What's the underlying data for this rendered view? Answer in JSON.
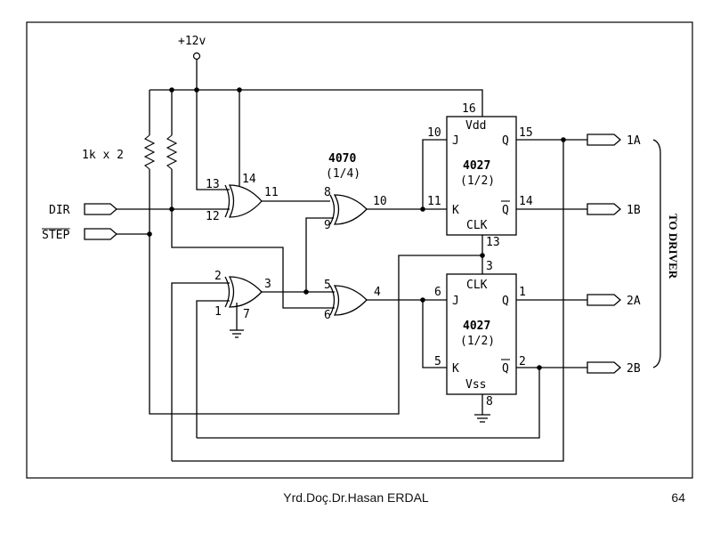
{
  "supply": {
    "label": "+12v"
  },
  "resistors": {
    "label": "1k x 2"
  },
  "inputs": {
    "dir": "DIR",
    "step": "STEP"
  },
  "gate_chip": {
    "name": "4070",
    "fraction": "(1/4)"
  },
  "flipflop_top": {
    "name": "4027",
    "fraction": "(1/2)",
    "labels": {
      "vdd": "Vdd",
      "j": "J",
      "k": "K",
      "q": "Q",
      "qbar": "Q",
      "clk": "CLK"
    }
  },
  "flipflop_bottom": {
    "name": "4027",
    "fraction": "(1/2)",
    "labels": {
      "clk": "CLK",
      "j": "J",
      "k": "K",
      "q": "Q",
      "qbar": "Q",
      "vss": "Vss"
    }
  },
  "pins": {
    "g1_13": "13",
    "g1_12": "12",
    "g1_14": "14",
    "g1_11": "11",
    "g2_8": "8",
    "g2_9": "9",
    "g2_10": "10",
    "g3_2": "2",
    "g3_1": "1",
    "g3_3": "3",
    "g3_7": "7",
    "g4_5": "5",
    "g4_6": "6",
    "g4_4": "4",
    "ff1_16": "16",
    "ff1_10": "10",
    "ff1_11": "11",
    "ff1_15": "15",
    "ff1_14": "14",
    "ff1_13": "13",
    "ff2_3": "3",
    "ff2_6": "6",
    "ff2_5": "5",
    "ff2_1": "1",
    "ff2_2": "2",
    "ff2_8": "8"
  },
  "outputs": {
    "o1a": "1A",
    "o1b": "1B",
    "o2a": "2A",
    "o2b": "2B"
  },
  "driver_label": "TO DRIVER",
  "footer": {
    "author": "Yrd.Doç.Dr.Hasan ERDAL",
    "page": "64"
  }
}
